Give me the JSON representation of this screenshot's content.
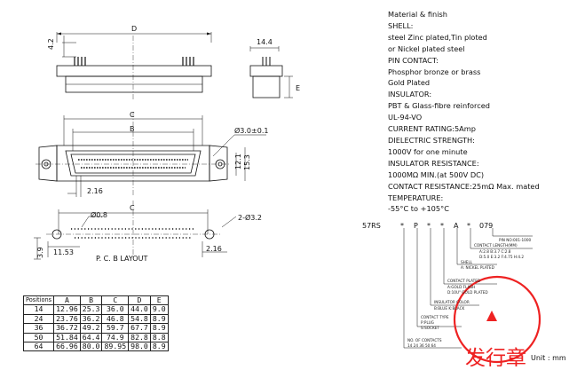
{
  "drawing": {
    "dims": {
      "D": "D",
      "C_top": "C",
      "B": "B",
      "C_pcb": "C",
      "d4_2": "4.2",
      "d14_4": "14.4",
      "E": "E",
      "d3_0": "Ø3.0±0.1",
      "d15_3": "15.3",
      "d12_1": "12.1",
      "d2_16a": "2.16",
      "d0_8": "Ø0.8",
      "d2_3_2": "2-Ø3.2",
      "d3_9": "3.9",
      "d11_53": "11.53",
      "d2_16b": "2.16"
    },
    "pcb_layout_label": "P. C. B  LAYOUT"
  },
  "specs": [
    "Material & finish",
    "SHELL:",
    "steel Zinc plated,Tin ploted",
    "or Nickel plated steel",
    "PIN CONTACT:",
    "Phosphor bronze or brass",
    "Gold Plated",
    "INSULATOR:",
    "PBT & Glass-fibre reinforced",
    "UL-94-VO",
    "CURRENT RATING:5Amp",
    "DIELECTRIC STRENGTH:",
    "1000V for one minute",
    "INSULATOR RESISTANCE:",
    "1000MΩ MIN.(at 500V DC)",
    "CONTACT RESISTANCE:25mΩ Max. mated",
    "TEMPERATURE:",
    "-55°C to +105°C"
  ],
  "part_code": {
    "prefix": "57RS",
    "parts": [
      "*",
      "P",
      "*",
      "*",
      "A",
      "*",
      "079"
    ],
    "legend": {
      "pin_length": "PIN NO:001-1000",
      "contact_length_title": "CONTACT LENGTH(MM)",
      "contact_length_row1": "A:2.8    B:3.7    C:2.8",
      "contact_length_row2": "D:5.0    E:3.2    F:4.75   H:4.2",
      "shell_title": "SHELL",
      "shell_value": "A: NICKEL PLATED",
      "contact_plated": "CONTACT PLATED",
      "contact_plated_a": "A:GOLD FLASH",
      "contact_plated_d": "D:10U\"  GOLD PLATED",
      "insulator_title": "INSULATOR COLOR",
      "insulator_value": "B:BLUE  K:BLACK",
      "contact_type_title": "CONTACT TYPE",
      "contact_type_p": "P:PLUG",
      "contact_type_s": "S:SOCKET",
      "no_contacts_title": "NO. OF CONTACTS",
      "no_contacts_values": "14  24  36  50  64"
    }
  },
  "unit_label": "Unit : mm",
  "stamp": {
    "main_text": "发行章"
  },
  "table": {
    "headers": [
      "Positions",
      "A",
      "B",
      "C",
      "D",
      "E"
    ],
    "rows": [
      [
        "14",
        "12.96",
        "25.3",
        "36.0",
        "44.0",
        "9.0"
      ],
      [
        "24",
        "23.76",
        "36.2",
        "46.8",
        "54.8",
        "8.9"
      ],
      [
        "36",
        "36.72",
        "49.2",
        "59.7",
        "67.7",
        "8.9"
      ],
      [
        "50",
        "51.84",
        "64.4",
        "74.9",
        "82.8",
        "8.8"
      ],
      [
        "64",
        "66.96",
        "80.0",
        "89.95",
        "98.0",
        "8.9"
      ]
    ]
  }
}
